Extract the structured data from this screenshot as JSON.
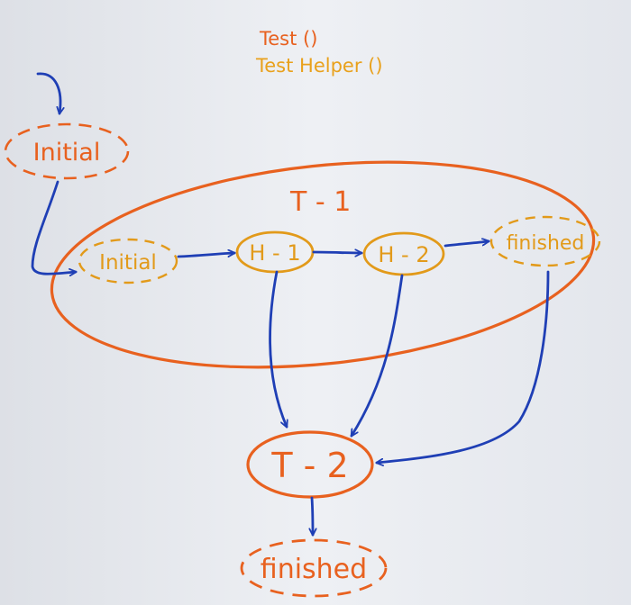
{
  "legend": {
    "test": "Test ()",
    "helper": "Test Helper ()"
  },
  "nodes": {
    "initial_outer": "Initial",
    "t1": "T - 1",
    "initial_inner": "Initial",
    "h1": "H - 1",
    "h2": "H - 2",
    "finished_inner": "finished",
    "t2": "T - 2",
    "finished_outer": "finished"
  },
  "colors": {
    "test": "#e8611f",
    "helper": "#e9a11c",
    "arrow": "#1f3fb5",
    "paper": "#e9ebf0"
  }
}
